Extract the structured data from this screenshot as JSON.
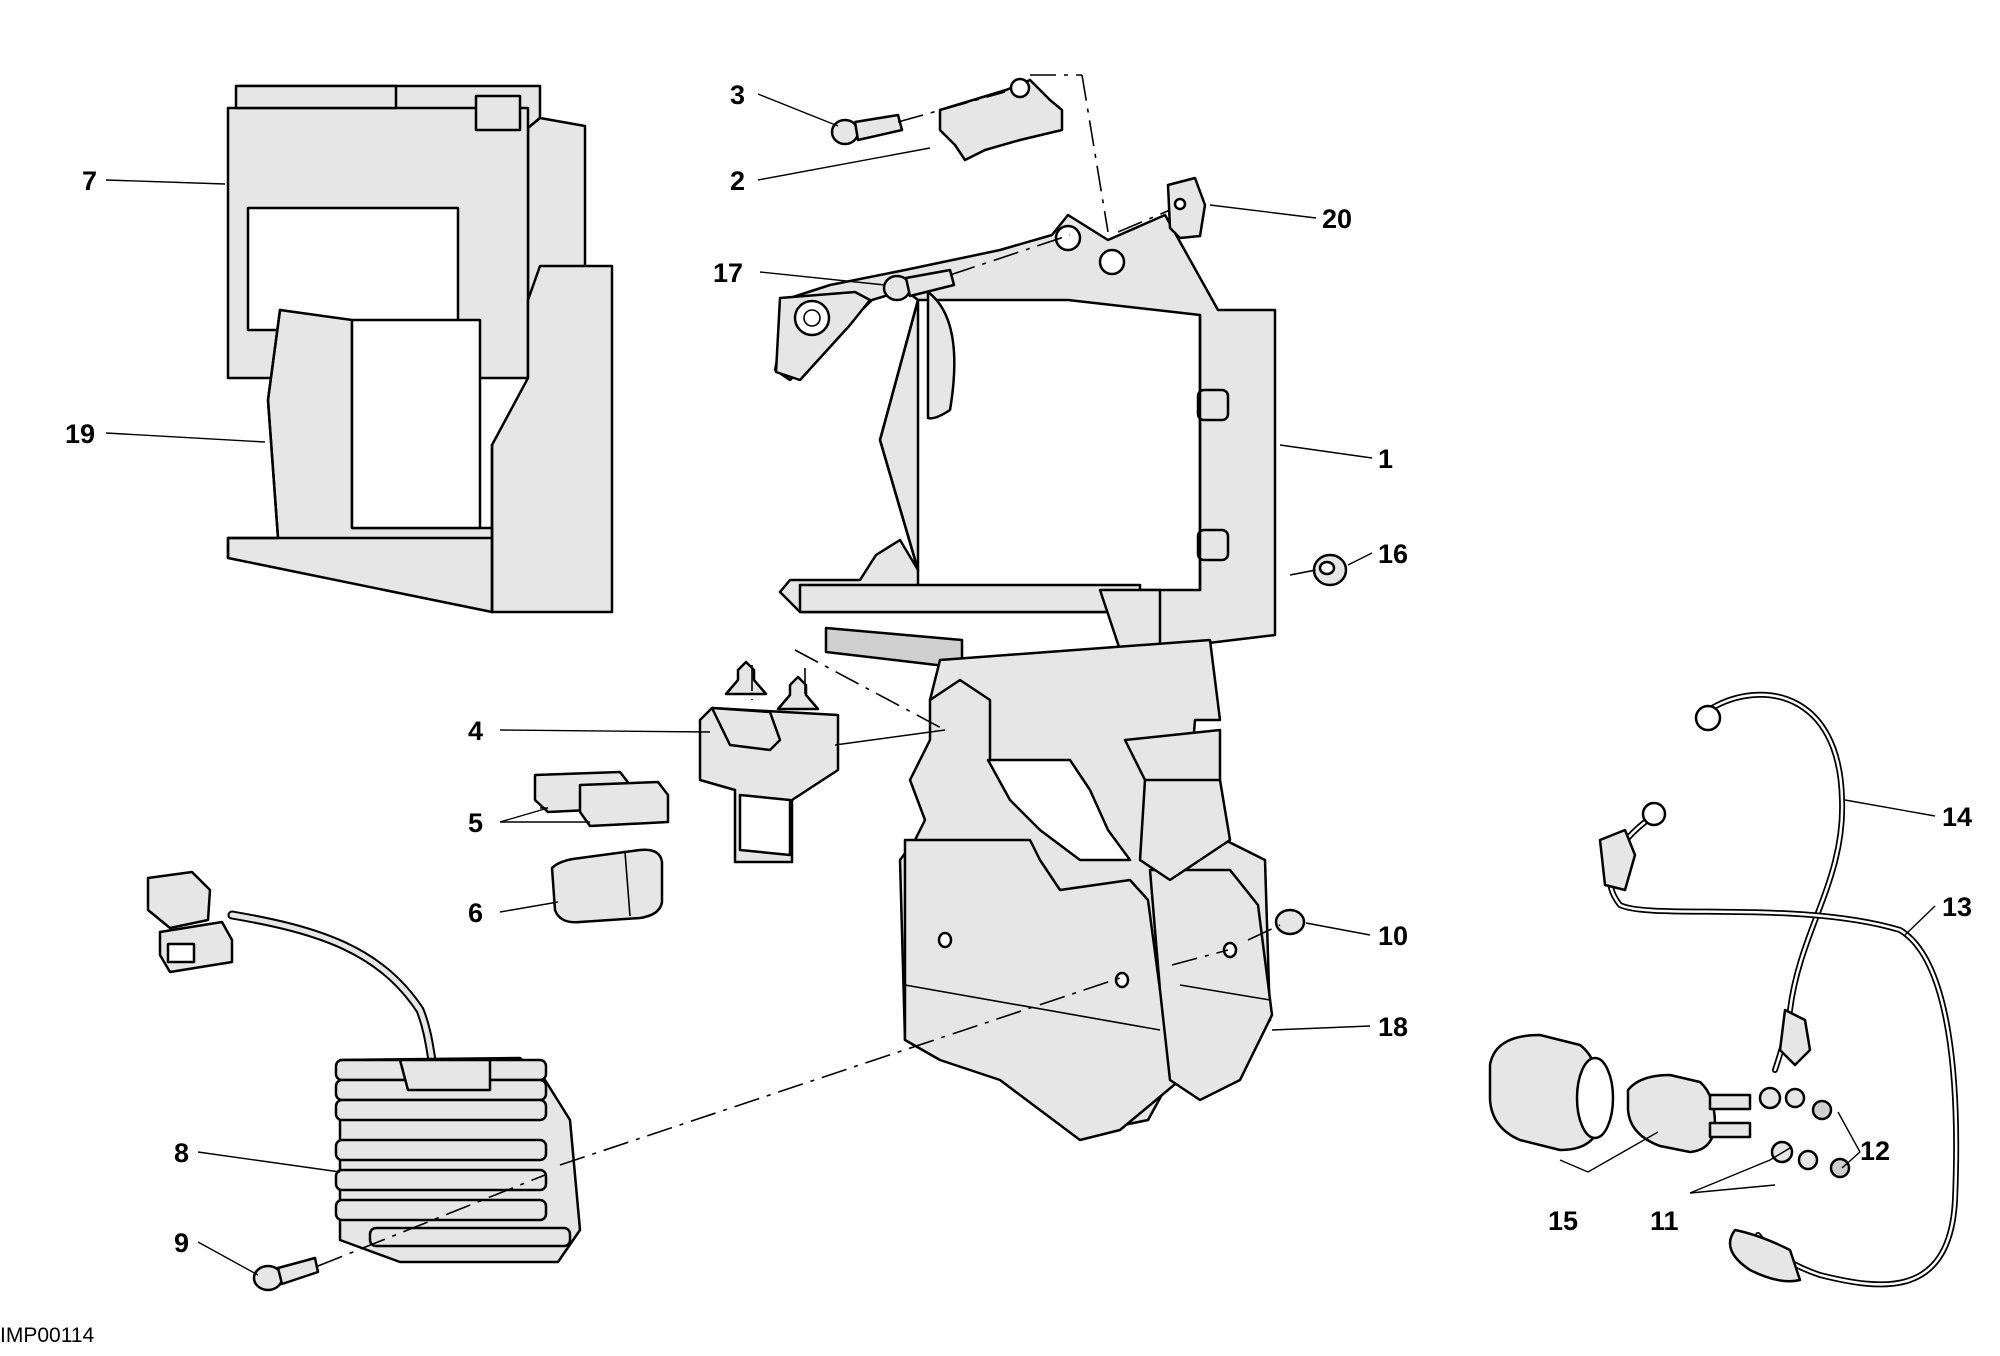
{
  "drawing_code": "IMP00114",
  "callouts": [
    {
      "id": "c1",
      "label": "1"
    },
    {
      "id": "c2",
      "label": "2"
    },
    {
      "id": "c3",
      "label": "3"
    },
    {
      "id": "c4",
      "label": "4"
    },
    {
      "id": "c5",
      "label": "5"
    },
    {
      "id": "c6",
      "label": "6"
    },
    {
      "id": "c7",
      "label": "7"
    },
    {
      "id": "c8",
      "label": "8"
    },
    {
      "id": "c9",
      "label": "9"
    },
    {
      "id": "c10",
      "label": "10"
    },
    {
      "id": "c11",
      "label": "11"
    },
    {
      "id": "c12",
      "label": "12"
    },
    {
      "id": "c13",
      "label": "13"
    },
    {
      "id": "c14",
      "label": "14"
    },
    {
      "id": "c15",
      "label": "15"
    },
    {
      "id": "c16",
      "label": "16"
    },
    {
      "id": "c17",
      "label": "17"
    },
    {
      "id": "c18",
      "label": "18"
    },
    {
      "id": "c19",
      "label": "19"
    },
    {
      "id": "c20",
      "label": "20"
    }
  ]
}
